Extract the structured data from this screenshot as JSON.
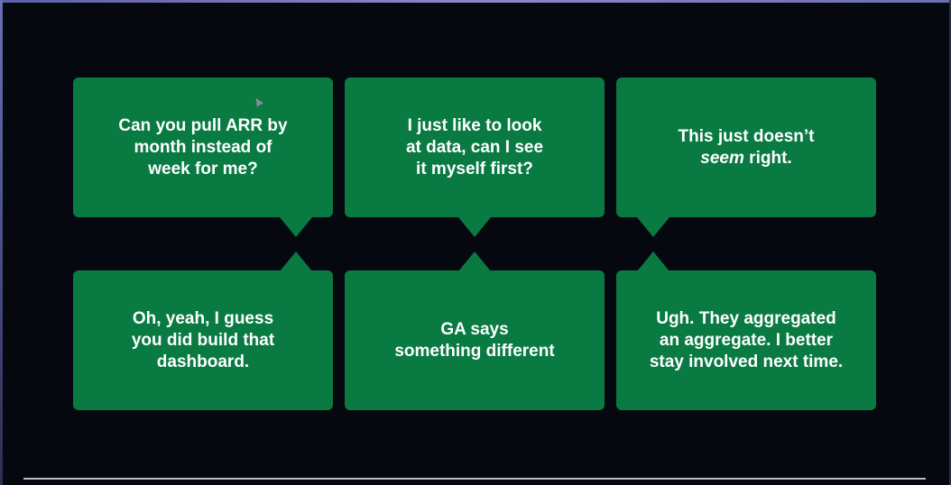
{
  "bubbles": {
    "b1": {
      "text": "Can you pull ARR by\nmonth instead of\nweek for me?"
    },
    "b2": {
      "text": "I just like to look\nat data, can I see\nit myself first?"
    },
    "b3": {
      "line1": "This just doesn’t",
      "emph": "seem",
      "rest": " right."
    },
    "b4": {
      "text": "Oh, yeah, I guess\nyou did build that\ndashboard."
    },
    "b5": {
      "text": "GA says\nsomething different"
    },
    "b6": {
      "text": "Ugh. They aggregated\nan aggregate. I better\nstay involved next time."
    }
  },
  "colors": {
    "bubble": "#097a42",
    "background": "#06080f",
    "text": "#ffffff"
  },
  "icons": {
    "cursor": "mouse-pointer-icon"
  }
}
